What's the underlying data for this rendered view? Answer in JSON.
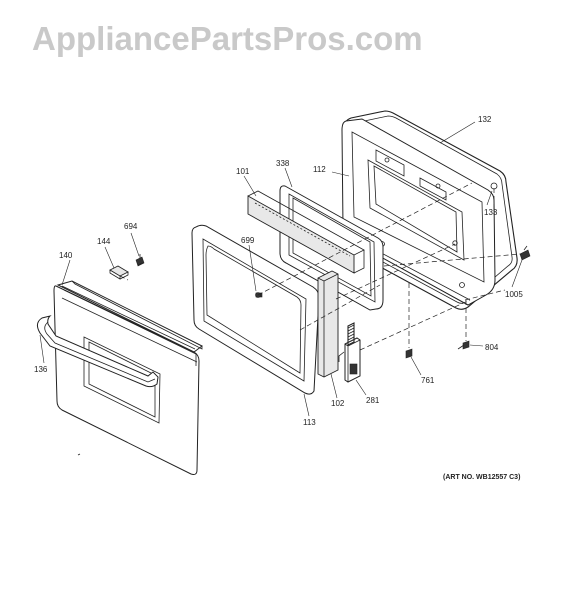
{
  "watermark": "AppliancePartsPros.com",
  "art_number": "(ART NO. WB12557 C3)",
  "part_labels": {
    "p132": "132",
    "p133": "133",
    "p1005": "1005",
    "p112": "112",
    "p338": "338",
    "p101": "101",
    "p699": "699",
    "p694": "694",
    "p144": "144",
    "p140": "140",
    "p136": "136",
    "p113": "113",
    "p102": "102",
    "p281": "281",
    "p761": "761",
    "p804": "804"
  }
}
